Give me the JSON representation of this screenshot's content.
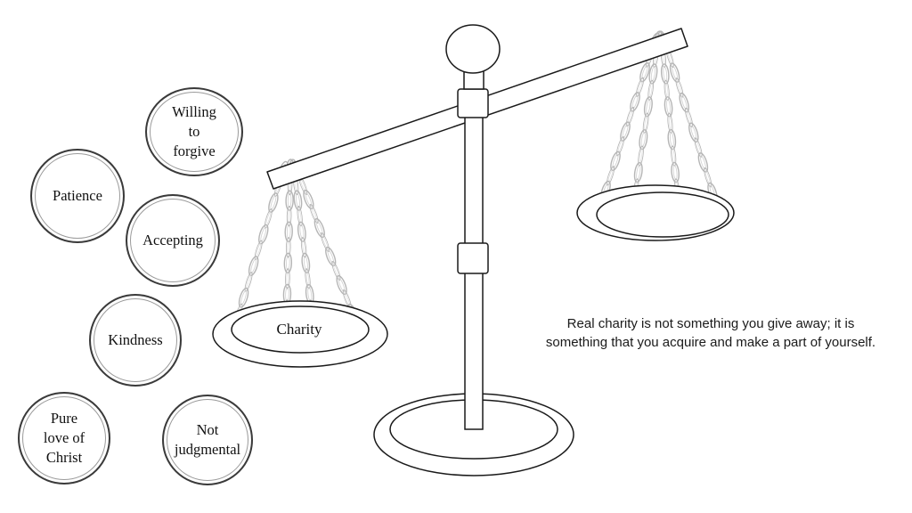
{
  "virtues": [
    {
      "id": "forgive",
      "text": "Willing\nto\nforgive"
    },
    {
      "id": "patience",
      "text": "Patience"
    },
    {
      "id": "accepting",
      "text": "Accepting"
    },
    {
      "id": "kindness",
      "text": "Kindness"
    },
    {
      "id": "pure-love",
      "text": "Pure\nlove of\nChrist"
    },
    {
      "id": "not-judgmental",
      "text": "Not\njudgmental"
    }
  ],
  "pan_label": "Charity",
  "quote": "Real charity is not something you give away; it is something that you acquire and make a part of yourself.",
  "colors": {
    "stroke": "#1a1a1a",
    "chain": "#9a9a9a",
    "background": "#ffffff"
  }
}
